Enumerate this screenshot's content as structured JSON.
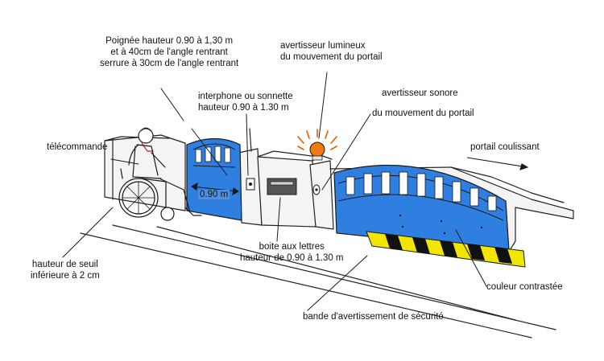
{
  "labels": {
    "handle": [
      "Poignée hauteur 0.90 à 1,30 m",
      "et à 40cm de l'angle rentrant",
      "serrure à 30cm de l'angle rentrant"
    ],
    "light_warning": [
      "avertisseur lumineux",
      "du mouvement du portail"
    ],
    "intercom": [
      "interphone ou sonnette",
      "hauteur 0.90 à 1.30 m"
    ],
    "sound_warning_1": "avertisseur sonore",
    "sound_warning_2": "du mouvement du portail",
    "remote": "télécommande",
    "sliding_gate": "portail coulissant",
    "width": "0.90 m",
    "mailbox": [
      "boite aux lettres",
      "hauteur de 0.90 à 1.30 m"
    ],
    "threshold": [
      "hauteur de seuil",
      "inférieure à 2 cm"
    ],
    "contrast": "couleur contrastée",
    "safety_band": "bande d'avertissement de sécurité"
  },
  "colors": {
    "gate_blue": "#2f7fe0",
    "gate_blue_light": "#5a9ff0",
    "lamp_orange": "#f07a10",
    "lamp_ray": "#e85a00",
    "band_yellow": "#f2e600",
    "band_black": "#111111"
  },
  "icons": [
    "wheelchair-user-icon",
    "warning-lamp-icon",
    "intercom-icon",
    "mailbox-icon",
    "speaker-icon",
    "direction-arrow-icon"
  ]
}
